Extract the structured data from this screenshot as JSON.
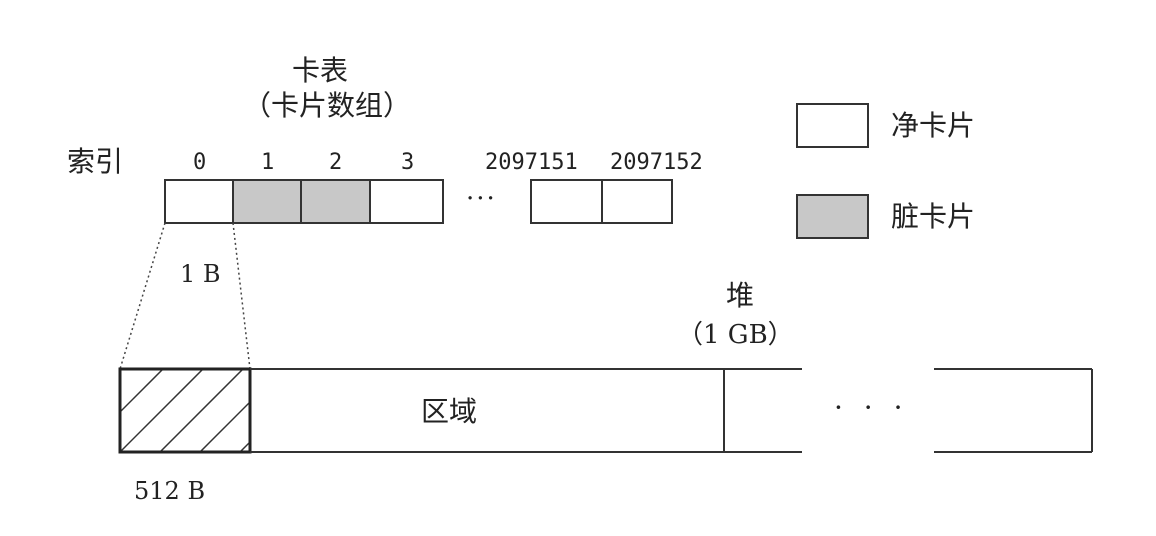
{
  "card_table": {
    "title": "卡表",
    "subtitle": "（卡片数组）",
    "index_label": "索引",
    "indices": [
      "0",
      "1",
      "2",
      "3",
      "2097151",
      "2097152"
    ],
    "ellipsis": "···",
    "cells": [
      {
        "index": "0",
        "state": "clean"
      },
      {
        "index": "1",
        "state": "dirty"
      },
      {
        "index": "2",
        "state": "dirty"
      },
      {
        "index": "3",
        "state": "clean"
      },
      {
        "index": "2097151",
        "state": "clean"
      },
      {
        "index": "2097152",
        "state": "clean"
      }
    ],
    "card_size": "1 B"
  },
  "legend": {
    "clean_label": "净卡片",
    "dirty_label": "脏卡片"
  },
  "heap": {
    "title": "堆",
    "subtitle": "（1 GB）",
    "region_label": "区域",
    "ellipsis": "· · ·",
    "card_region_size": "512 B"
  },
  "colors": {
    "dirty": "#c8c8c8",
    "clean": "#ffffff",
    "stroke": "#333333"
  }
}
